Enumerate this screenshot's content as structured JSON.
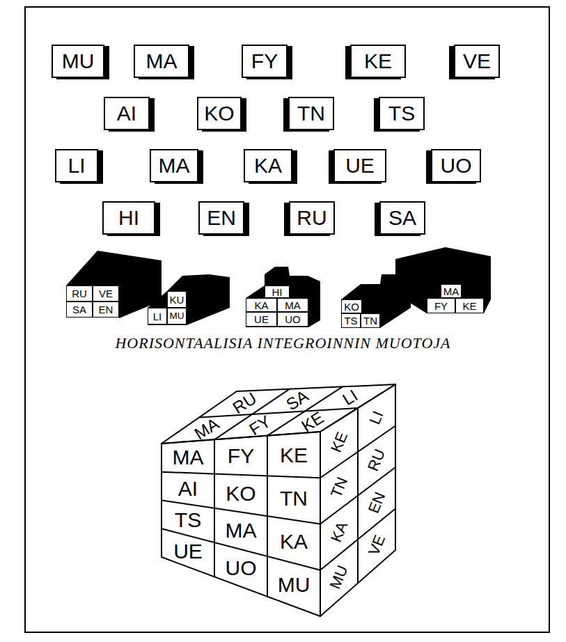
{
  "diagram": {
    "caption": "HORISONTAALISIA INTEGROINNIN MUOTOJA",
    "nodes": [
      {
        "text": [
          "MU"
        ]
      },
      {
        "text": [
          "MA"
        ]
      },
      {
        "text": [
          "FY"
        ]
      },
      {
        "text": [
          "KE"
        ]
      },
      {
        "text": [
          "VE"
        ]
      },
      {
        "text": [
          "AI"
        ]
      },
      {
        "text": [
          "KO"
        ]
      },
      {
        "text": [
          "TN"
        ]
      },
      {
        "text": [
          "TS"
        ]
      },
      {
        "text": [
          "LI"
        ]
      },
      {
        "text": [
          "MA"
        ]
      },
      {
        "text": [
          "KA"
        ]
      },
      {
        "text": [
          "UE"
        ]
      },
      {
        "text": [
          "UO"
        ]
      },
      {
        "text": [
          "HI"
        ]
      },
      {
        "text": [
          "EN"
        ]
      },
      {
        "text": [
          "RU"
        ]
      },
      {
        "text": [
          "SA"
        ]
      },
      {
        "text": [
          "RU"
        ]
      },
      {
        "text": [
          "VE"
        ]
      },
      {
        "text": [
          "SA"
        ]
      },
      {
        "text": [
          "EN"
        ]
      },
      {
        "text": [
          "KU"
        ]
      },
      {
        "text": [
          "LI"
        ]
      },
      {
        "text": [
          "MU"
        ]
      },
      {
        "text": [
          "HI"
        ]
      },
      {
        "text": [
          "KA"
        ]
      },
      {
        "text": [
          "MA"
        ]
      },
      {
        "text": [
          "UE"
        ]
      },
      {
        "text": [
          "UO"
        ]
      },
      {
        "text": [
          "KO"
        ]
      },
      {
        "text": [
          "TS"
        ]
      },
      {
        "text": [
          "TN"
        ]
      },
      {
        "text": [
          "MA"
        ]
      },
      {
        "text": [
          "FY"
        ]
      },
      {
        "text": [
          "KE"
        ]
      },
      {
        "text": [
          "RU"
        ]
      },
      {
        "text": [
          "SA"
        ]
      },
      {
        "text": [
          "LI"
        ]
      },
      {
        "text": [
          "MA"
        ]
      },
      {
        "text": [
          "FY"
        ]
      },
      {
        "text": [
          "KE"
        ]
      },
      {
        "text": [
          "MA"
        ]
      },
      {
        "text": [
          "FY"
        ]
      },
      {
        "text": [
          "KE"
        ]
      },
      {
        "text": [
          "AI"
        ]
      },
      {
        "text": [
          "KO"
        ]
      },
      {
        "text": [
          "TN"
        ]
      },
      {
        "text": [
          "TS"
        ]
      },
      {
        "text": [
          "MA"
        ]
      },
      {
        "text": [
          "KA"
        ]
      },
      {
        "text": [
          "UE"
        ]
      },
      {
        "text": [
          "UO"
        ]
      },
      {
        "text": [
          "MU"
        ]
      },
      {
        "text": [
          "KE"
        ]
      },
      {
        "text": [
          "TN"
        ]
      },
      {
        "text": [
          "KA"
        ]
      },
      {
        "text": [
          "MU"
        ]
      },
      {
        "text": [
          "LI"
        ]
      },
      {
        "text": [
          "RU"
        ]
      },
      {
        "text": [
          "EN"
        ]
      },
      {
        "text": [
          "VE"
        ]
      }
    ]
  }
}
